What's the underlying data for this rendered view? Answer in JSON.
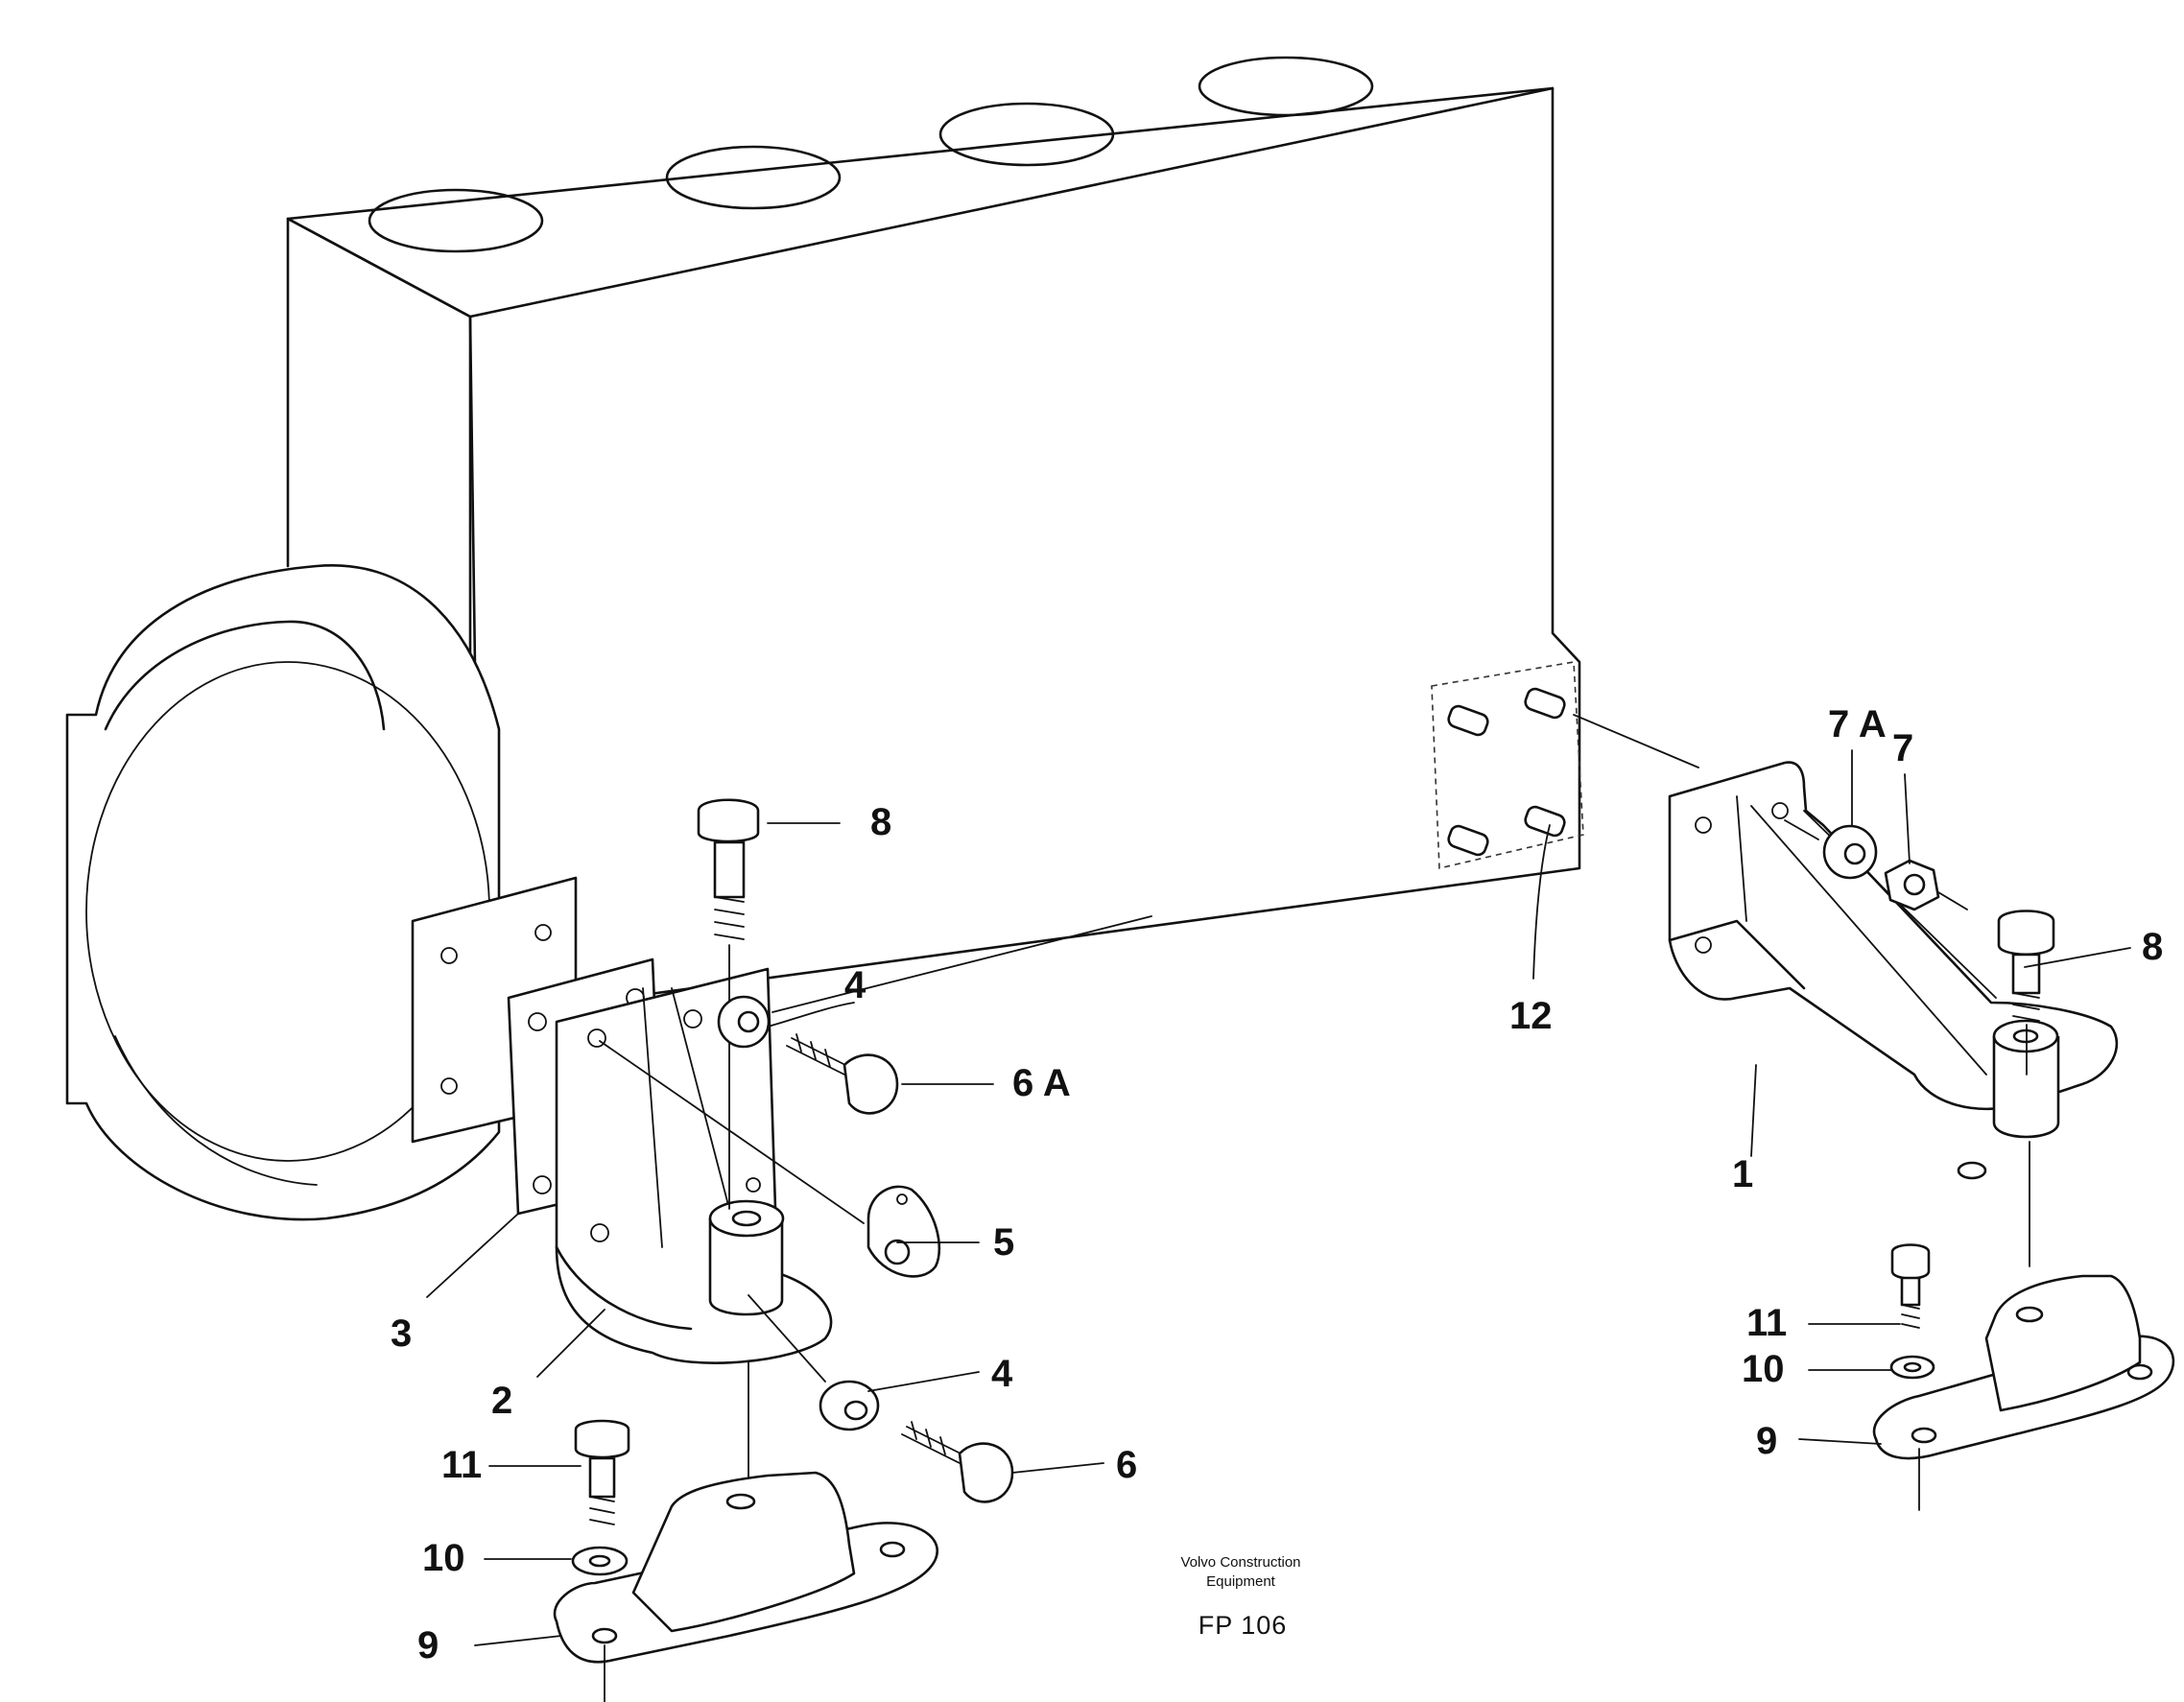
{
  "callouts": {
    "c1": "1",
    "c2": "2",
    "c3": "3",
    "c4_upper": "4",
    "c4_lower": "4",
    "c5": "5",
    "c6": "6",
    "c6a": "6 A",
    "c7": "7",
    "c7a": "7 A",
    "c8_left": "8",
    "c8_right": "8",
    "c9_left": "9",
    "c9_right": "9",
    "c10_left": "10",
    "c10_right": "10",
    "c11_left": "11",
    "c11_right": "11",
    "c12": "12"
  },
  "caption": {
    "line1": "Volvo Construction",
    "line2": "Equipment",
    "code": "FP 106"
  }
}
